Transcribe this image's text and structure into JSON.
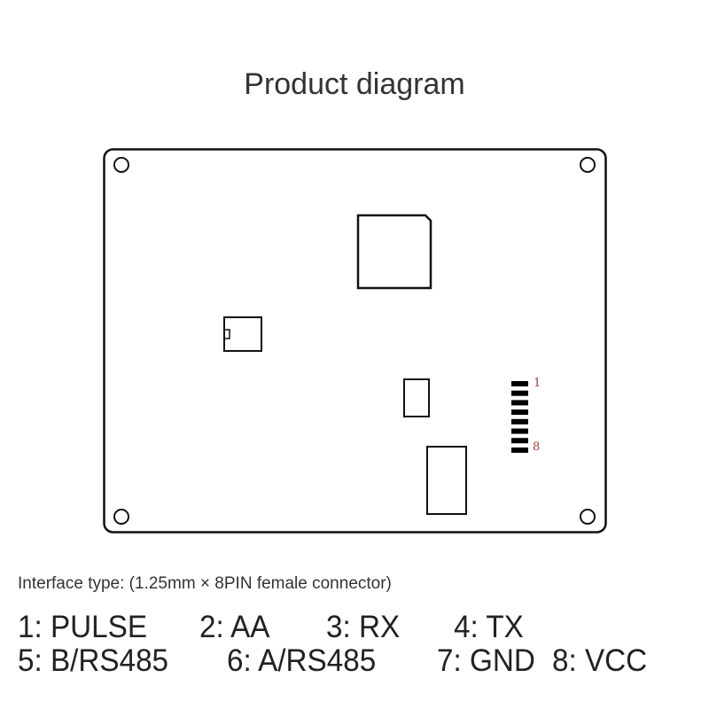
{
  "title": "Product diagram",
  "connector": {
    "first_pin_label": "1",
    "last_pin_label": "8",
    "pin_count": 8,
    "label_color": "#a33a3a"
  },
  "interface_type": "Interface type: (1.25mm × 8PIN female connector)",
  "pins": [
    {
      "label": "1: PULSE"
    },
    {
      "label": "2: AA"
    },
    {
      "label": "3: RX"
    },
    {
      "label": "4: TX"
    },
    {
      "label": "5: B/RS485"
    },
    {
      "label": "6: A/RS485"
    },
    {
      "label": "7: GND"
    },
    {
      "label": "8: VCC"
    }
  ]
}
